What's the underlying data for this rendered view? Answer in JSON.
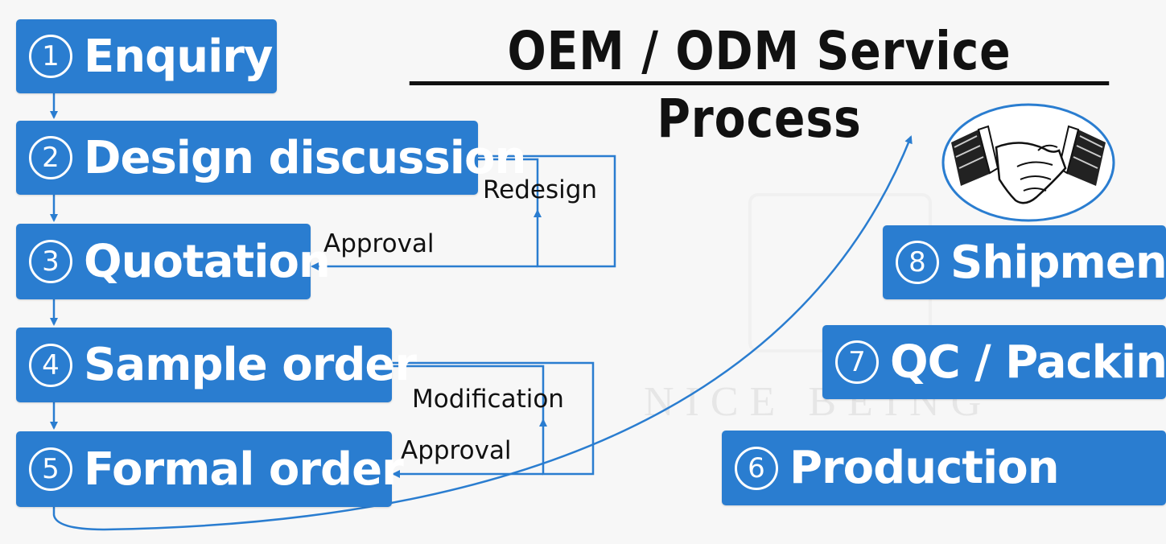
{
  "title": "OEM / ODM Service Process",
  "steps": [
    {
      "num": "1",
      "label": "Enquiry"
    },
    {
      "num": "2",
      "label": "Design discussion"
    },
    {
      "num": "3",
      "label": "Quotation"
    },
    {
      "num": "4",
      "label": "Sample order"
    },
    {
      "num": "5",
      "label": "Formal order"
    },
    {
      "num": "6",
      "label": "Production"
    },
    {
      "num": "7",
      "label": "QC / Packing"
    },
    {
      "num": "8",
      "label": "Shipment"
    }
  ],
  "loops": [
    {
      "up_label": "Redesign",
      "back_label": "Approval"
    },
    {
      "up_label": "Modification",
      "back_label": "Approval"
    }
  ],
  "watermark": "NICE BEING",
  "colors": {
    "step_fill": "#2a7dd0",
    "arrow": "#2a7dd0",
    "title": "#111111"
  },
  "icons": [
    "handshake-icon"
  ]
}
